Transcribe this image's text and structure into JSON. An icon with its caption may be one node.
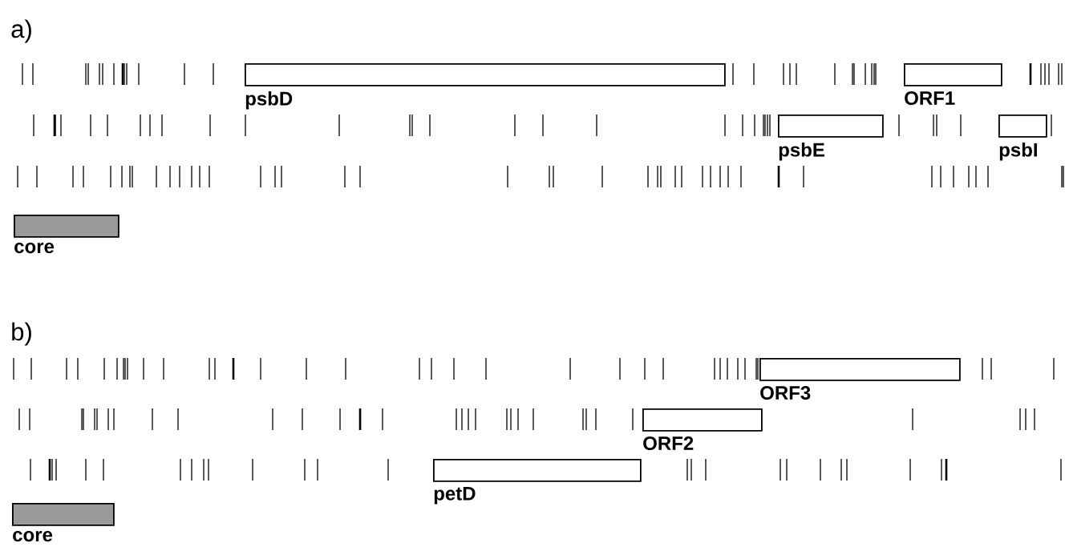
{
  "diagram": {
    "nodes": [
      {
        "text": [
          "psbD"
        ]
      },
      {
        "text": [
          "ORF1"
        ]
      },
      {
        "text": [
          "psbE"
        ]
      },
      {
        "text": [
          "psbI"
        ]
      },
      {
        "text": [
          "core"
        ]
      },
      {
        "text": [
          "ORF3"
        ]
      },
      {
        "text": [
          "ORF2"
        ]
      },
      {
        "text": [
          "petD"
        ]
      },
      {
        "text": [
          "core"
        ]
      }
    ],
    "labels": [
      "a)",
      "b)"
    ]
  }
}
